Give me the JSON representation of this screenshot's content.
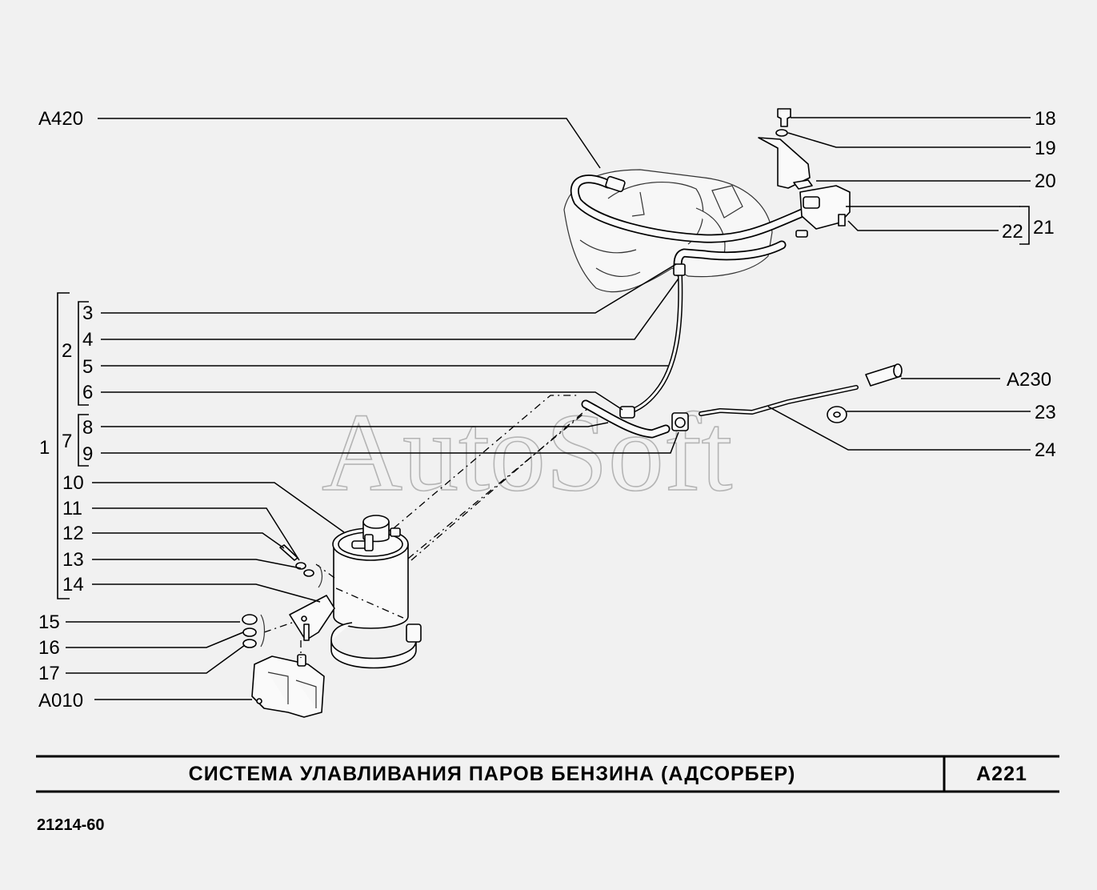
{
  "labels": {
    "a420": "A420",
    "n1": "1",
    "n2": "2",
    "n3": "3",
    "n4": "4",
    "n5": "5",
    "n6": "6",
    "n7": "7",
    "n8": "8",
    "n9": "9",
    "n10": "10",
    "n11": "11",
    "n12": "12",
    "n13": "13",
    "n14": "14",
    "n15": "15",
    "n16": "16",
    "n17": "17",
    "a010": "A010",
    "n18": "18",
    "n19": "19",
    "n20": "20",
    "n21": "21",
    "n22": "22",
    "a230": "A230",
    "n23": "23",
    "n24": "24"
  },
  "watermark": "AutoSoft",
  "title_block": {
    "title": "СИСТЕМА   УЛАВЛИВАНИЯ   ПАРОВ   БЕНЗИНА   (АДСОРБЕР)",
    "code": "A221"
  },
  "model_code": "21214-60"
}
